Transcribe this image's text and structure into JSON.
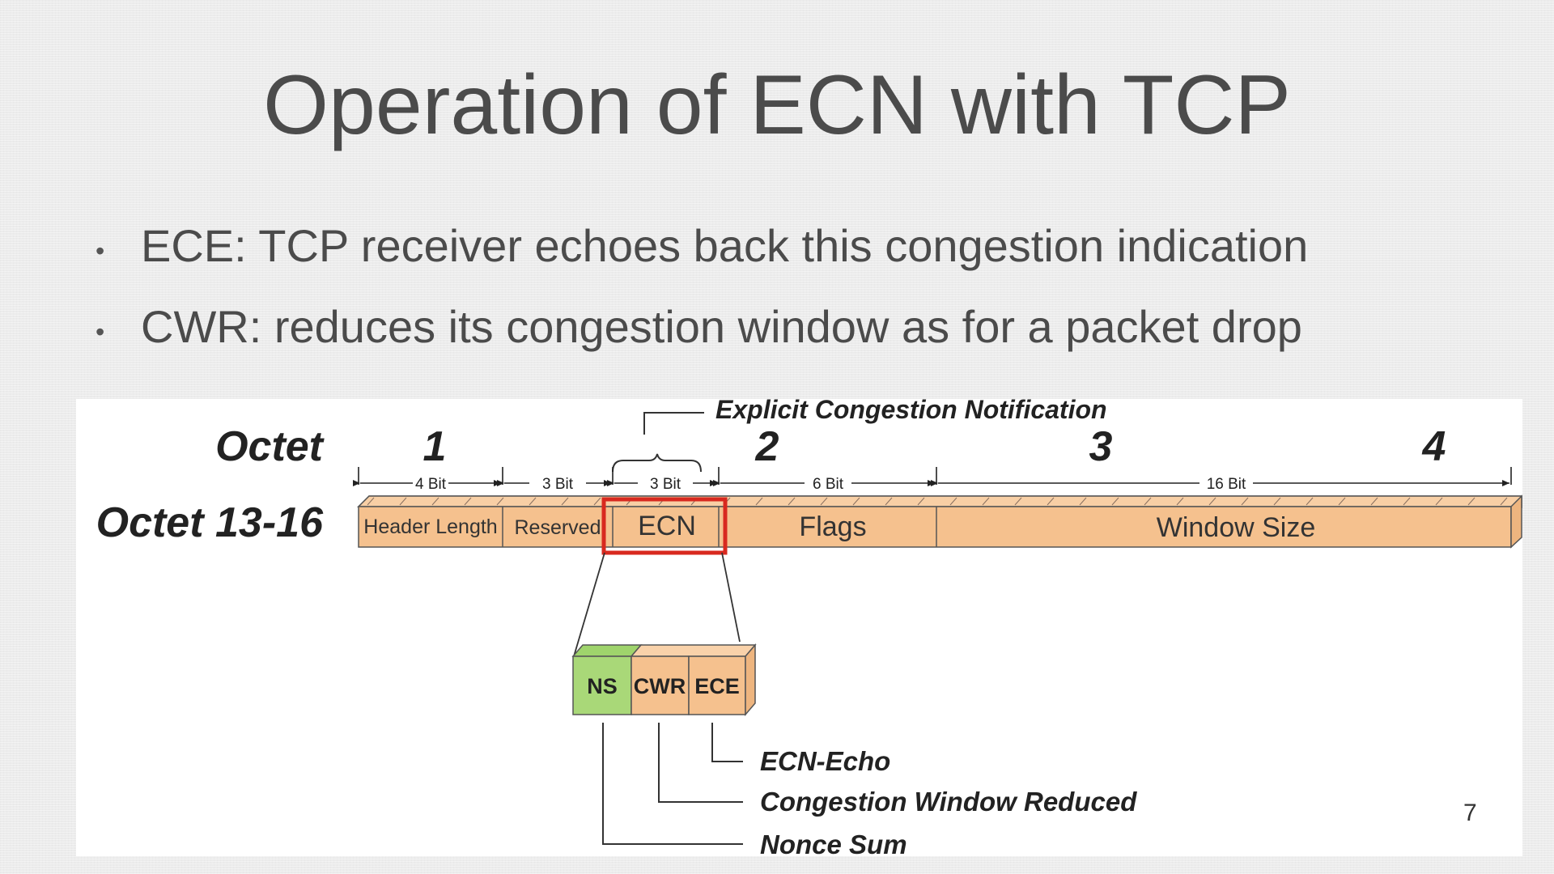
{
  "slide": {
    "title": "Operation of ECN with TCP",
    "bullets": [
      "ECE: TCP receiver echoes back this congestion indication",
      "CWR: reduces its congestion window as for a packet drop"
    ],
    "page_number": "7"
  },
  "diagram": {
    "ecn_title": "Explicit Congestion Notification",
    "octet_label": "Octet",
    "row_label": "Octet 13-16",
    "octet_numbers": [
      "1",
      "2",
      "3",
      "4"
    ],
    "bit_labels": {
      "header_length": "4 Bit",
      "reserved": "3 Bit",
      "ecn": "3 Bit",
      "flags": "6 Bit",
      "window_size": "16 Bit"
    },
    "fields": {
      "header_length": "Header Length",
      "reserved": "Reserved",
      "ecn": "ECN",
      "flags": "Flags",
      "window_size": "Window Size"
    },
    "ecn_bits": {
      "ns": "NS",
      "cwr": "CWR",
      "ece": "ECE"
    },
    "callouts": {
      "ece": "ECN-Echo",
      "cwr": "Congestion Window Reduced",
      "ns": "Nonce Sum"
    },
    "colors": {
      "field_fill": "#f5c18e",
      "ns_fill": "#a9d878",
      "highlight": "#d8291f"
    }
  }
}
